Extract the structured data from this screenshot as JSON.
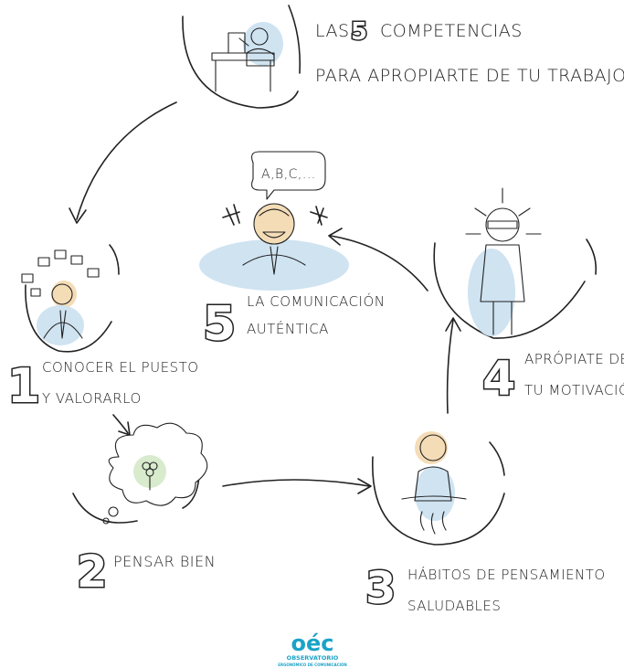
{
  "title": {
    "line1_a": "LAS",
    "line1_num": "5",
    "line1_b": "COMPETENCIAS",
    "line2": "PARA APROPIARTE DE TU TRABAJO"
  },
  "steps": [
    {
      "number": "1",
      "line1": "CONOCER EL PUESTO",
      "line2": "Y VALORARLO"
    },
    {
      "number": "2",
      "line1": "PENSAR BIEN",
      "line2": ""
    },
    {
      "number": "3",
      "line1": "HÁBITOS DE PENSAMIENTO",
      "line2": "SALUDABLES"
    },
    {
      "number": "4",
      "line1": "APRÓPIATE DE",
      "line2": "TU MOTIVACIÓN"
    },
    {
      "number": "5",
      "line1": "LA COMUNICACIÓN",
      "line2": "AUTÉNTICA"
    }
  ],
  "speech_bubble": "A,B,C,...",
  "logo": {
    "wordmark": "oéc",
    "name": "OBSERVATORIO",
    "tagline": "ERGONÓMICO DE COMUNICACIÓN"
  },
  "colors": {
    "ink": "#222222",
    "blue": "#cfe3f1",
    "peach": "#f4dcb6",
    "green": "#d8ebcd",
    "logo": "#1aa3c8"
  }
}
